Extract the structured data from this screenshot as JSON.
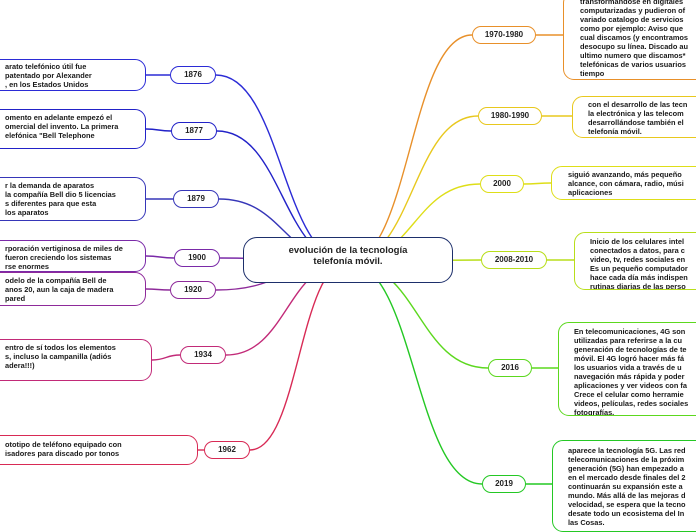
{
  "center": {
    "line1": "evolución de la tecnología",
    "line2": "telefonía móvil."
  },
  "left": [
    {
      "year": "1876",
      "color": "#2b2bd6",
      "text": "arato telefónico útil fue\npatentado por Alexander\n, en los Estados Unidos"
    },
    {
      "year": "1877",
      "color": "#2222c8",
      "text": "omento en adelante empezó el\nomercial del invento. La primera\nelefónica \"Bell Telephone"
    },
    {
      "year": "1879",
      "color": "#3636b8",
      "text": "r la demanda de aparatos\n la compañía Bell dio 5 licencias\ns diferentes para que esta\n los aparatos"
    },
    {
      "year": "1900",
      "color": "#7a2aa8",
      "text": "rporación vertiginosa de miles de\nfueron creciendo los sistemas\nrse enormes"
    },
    {
      "year": "1920",
      "color": "#8e2a9a",
      "text": "odelo de la compañía Bell de\nanos 20, aun la caja de madera\n pared"
    },
    {
      "year": "1934",
      "color": "#c22a78",
      "text": "entro de sí todos los elementos\ns, incluso la campanilla (adiós\nadera!!!)"
    },
    {
      "year": "1962",
      "color": "#d82a55",
      "text": "ototipo de teléfono equipado con\nisadores para discado por tonos"
    }
  ],
  "right": [
    {
      "year": "1970-1980",
      "color": "#e8902a",
      "text": "transformándose en digitales\ncomputarizadas y pudieron of\nvariado catalogo de servicios\ncomo por ejemplo: Aviso que\ncual discamos (y encontramos\ndesocupo su línea. Discado au\nultimo numero que discamos*\ntelefónicas de varios usuarios\ntiempo"
    },
    {
      "year": "1980-1990",
      "color": "#e8c81e",
      "text": "con el desarrollo de las tecn\nla electrónica y las telecom\ndesarrollándose también el\ntelefonía móvil."
    },
    {
      "year": "2000",
      "color": "#dede18",
      "text": "siguió avanzando, más  pequeño\nalcance, con cámara, radio, músi\naplicaciones"
    },
    {
      "year": "2008-2010",
      "color": "#b8de1a",
      "text": "Inicio de los celulares intel\nconectados a datos, para c\nvideo, tv, redes sociales en\nEs un pequeño computador\nhace cada día más indispen\nrutinas diarias de las perso"
    },
    {
      "year": "2016",
      "color": "#5cd81e",
      "text": "En telecomunicaciones, 4G son\nutilizadas para referirse a la cu\ngeneración de tecnologías de te\nmóvil. El 4G logró hacer  más fá\nlos usuarios vida a través de u\nnavegación más rápida y poder\naplicaciones y ver videos con fa\nCrece el celular como herramie\nvideos, películas, redes sociales\nfotografías."
    },
    {
      "year": "2019",
      "color": "#24c824",
      "text": "aparece la tecnología 5G. Las red\ntelecomunicaciones de la próxim\ngeneración (5G) han empezado a\nen el mercado desde finales del 2\ncontinuarán su expansión este a\nmundo. Más allá de las mejoras d\nvelocidad, se espera que la tecno\ndesate todo un ecosistema del In\nlas Cosas."
    }
  ]
}
